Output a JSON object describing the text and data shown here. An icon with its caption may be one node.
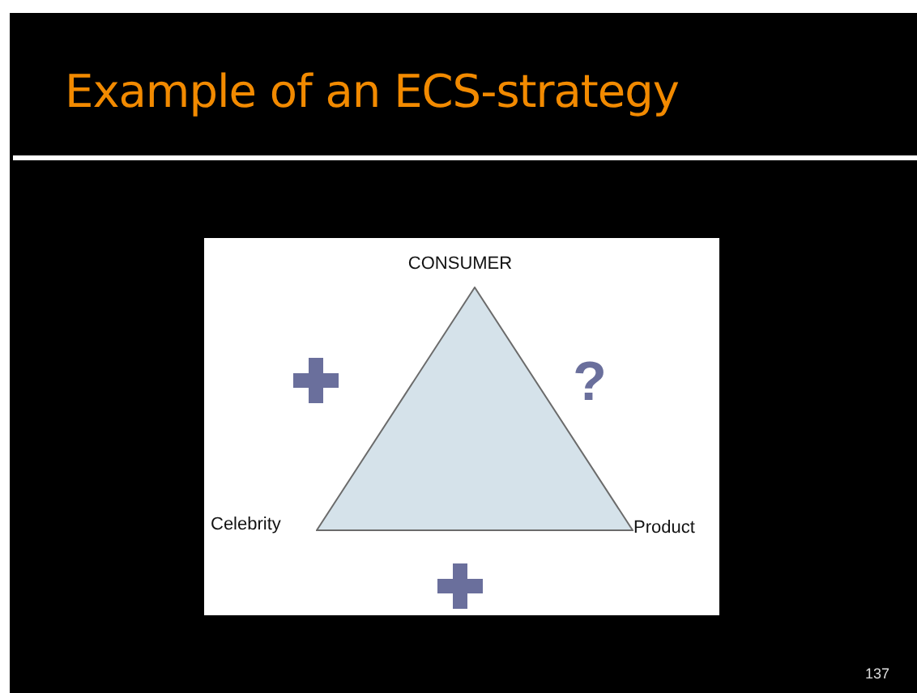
{
  "diagram": {
    "title": "Example of an ECS-strategy",
    "nodes": [
      {
        "text": [],
        "shape": "triangle"
      }
    ],
    "labels": [
      "CONSUMER",
      "?",
      "Celebrity",
      "Product",
      "137"
    ]
  }
}
